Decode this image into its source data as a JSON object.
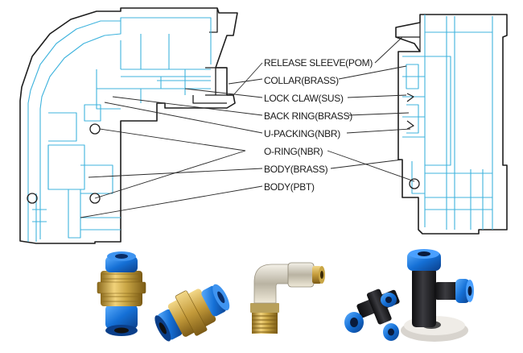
{
  "labels": [
    "RELEASE SLEEVE(POM)",
    "COLLAR(BRASS)",
    "LOCK CLAW(SUS)",
    "BACK RING(BRASS)",
    "U-PACKING(NBR)",
    "O-RING(NBR)",
    "BODY(BRASS)",
    "BODY(PBT)"
  ],
  "colors": {
    "outline": "#1d1d1d",
    "blueprint": "#3fb3dd",
    "leader": "#2a2a2a",
    "brass": "#c9a645",
    "brass_dark": "#8b6a1c",
    "tube_blue": "#1570d6",
    "black_body": "#1f1f22",
    "chrome": "#d6d2c6"
  },
  "icons": [
    "bulkhead-union-fitting",
    "bulkhead-fitting-tilted",
    "male-elbow-fitting",
    "tee-fitting",
    "union-tee-fitting"
  ]
}
